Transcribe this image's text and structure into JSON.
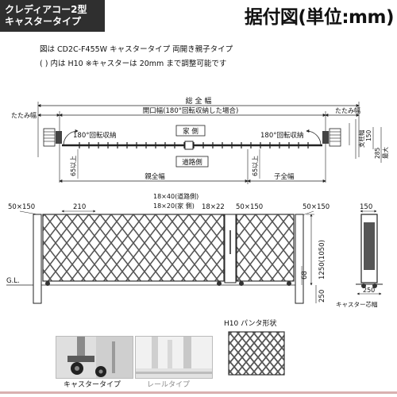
{
  "header": {
    "product_line1": "クレディアコー2型",
    "product_line2": "キャスタータイプ",
    "heading": "据付図(単位:mm)"
  },
  "notes": {
    "line1": "図は CD2C-F455W キャスタータイプ 両開き親子タイプ",
    "line2": "( ) 内は H10  ※キャスターは 20mm まで調整可能です"
  },
  "plan_view": {
    "total_width": "総 全 幅",
    "opening_width": "開口幅(180°回転収納した場合)",
    "fold_width_left": "たたみ幅",
    "fold_width_right": "たたみ幅",
    "rotate_left": "180°回転収納",
    "rotate_right": "180°回転収納",
    "house_side": "家 側",
    "road_side": "道路側",
    "parent_width": "親全幅",
    "child_width": "子全幅",
    "min_left": "65以上",
    "min_right": "65以上",
    "post_width": "支柱幅",
    "dim_150": "150",
    "dim_285": "285",
    "max": "最大"
  },
  "elevation": {
    "dim_left": "50×150",
    "dim_210": "210",
    "dim_road": "18×40(道路側)",
    "dim_house": "18×20(家 側)",
    "dim_18x22": "18×22",
    "dim_mid": "50×150",
    "dim_right": "50×150",
    "gl": "G.L.",
    "dim_68": "68",
    "dim_height": "1250(1050)",
    "dim_250": "250"
  },
  "side_view": {
    "dim_top": "150",
    "dim_250": "250",
    "caption": "キャスター芯幅"
  },
  "h10_label": "H10 パンタ形状",
  "photos": {
    "caster_label": "キャスタータイプ",
    "rail_label": "レールタイプ"
  }
}
